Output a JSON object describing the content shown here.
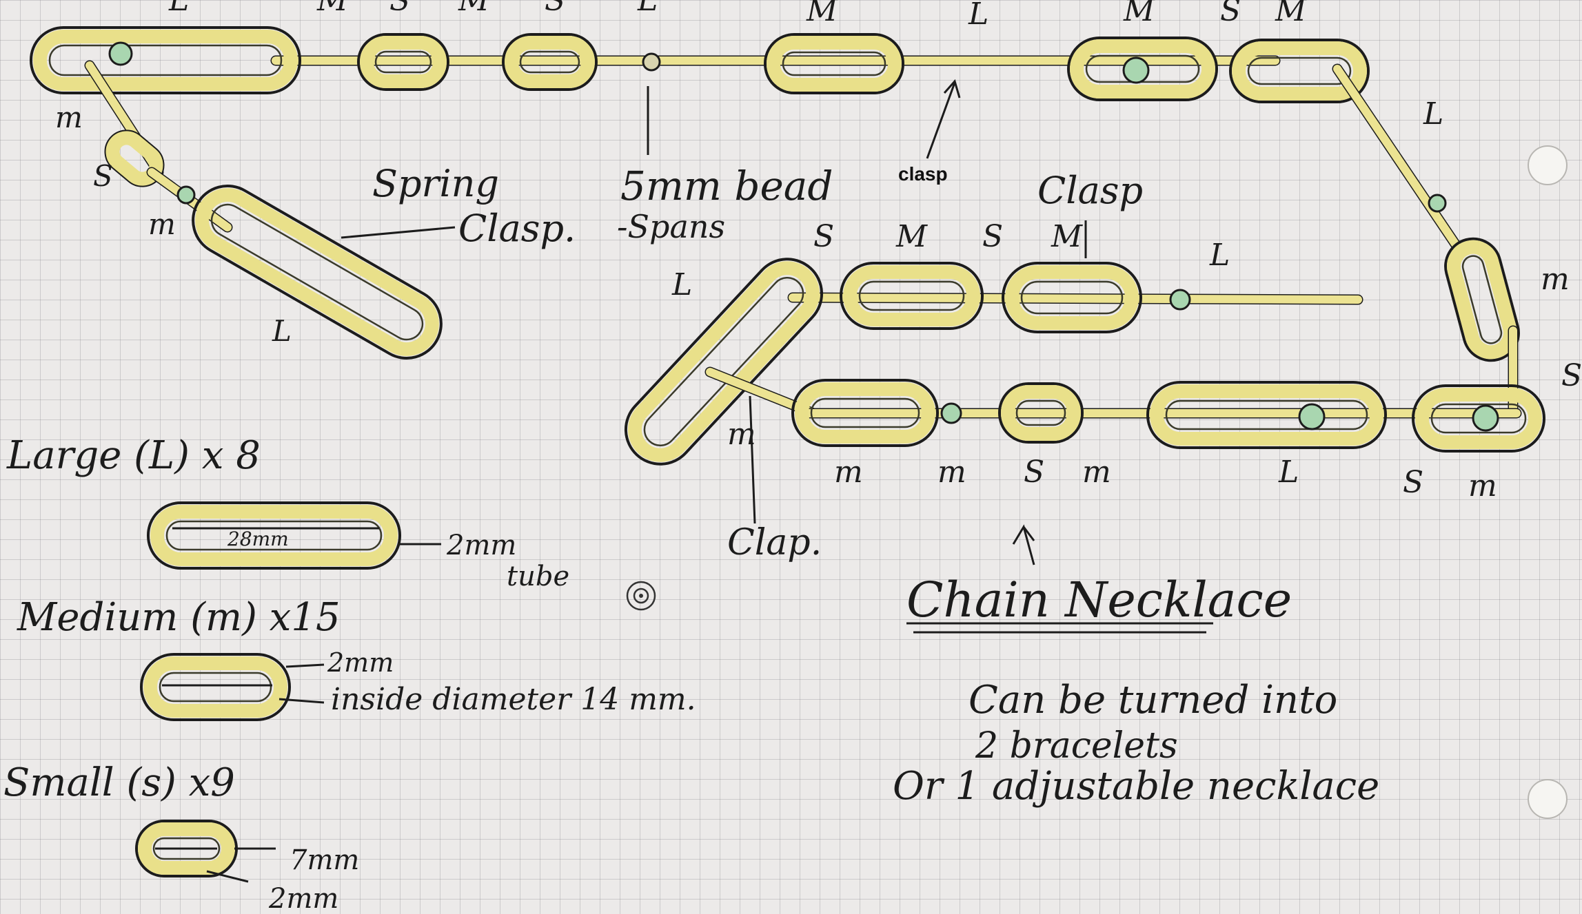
{
  "title": "Chain Necklace",
  "subtitle_lines": [
    "Can be turned into",
    "2 bracelets",
    "Or 1 adjustable necklace"
  ],
  "labels": {
    "top_row": [
      "L",
      "M",
      "S",
      "M",
      "S",
      "L",
      "M",
      "L",
      "M",
      "S",
      "M"
    ],
    "left_chain": [
      "m",
      "S",
      "m",
      "L"
    ],
    "spring_clasp": [
      "Spring",
      "Clasp."
    ],
    "bead": [
      "5mm bead",
      "-Spans"
    ],
    "clasp_printed": "clasp",
    "clasp_hand": "Clasp",
    "right_side": [
      "L",
      "m",
      "S"
    ],
    "mid_row": [
      "S",
      "M",
      "S",
      "M",
      "L"
    ],
    "mid_left": "L",
    "bottom_row": [
      "m",
      "m",
      "S",
      "m",
      "L",
      "S",
      "m"
    ],
    "bottom_left_m": "m",
    "bottom_clasp": "Clap."
  },
  "legend": {
    "large": {
      "label": "Large (L) x 8",
      "inner": "28mm",
      "tube_a": "2mm",
      "tube_b": "tube"
    },
    "medium": {
      "label": "Medium (m) x15",
      "wire": "2mm",
      "inside": "inside diameter 14 mm."
    },
    "small": {
      "label": "Small (s) x9",
      "length": "7mm",
      "wire": "2mm"
    }
  },
  "colors": {
    "gold": "#e9e08a",
    "bead": "#a9d6b0",
    "ink": "#1c1c1c",
    "paper": "#eceae9",
    "grid": "#8c8c92"
  }
}
